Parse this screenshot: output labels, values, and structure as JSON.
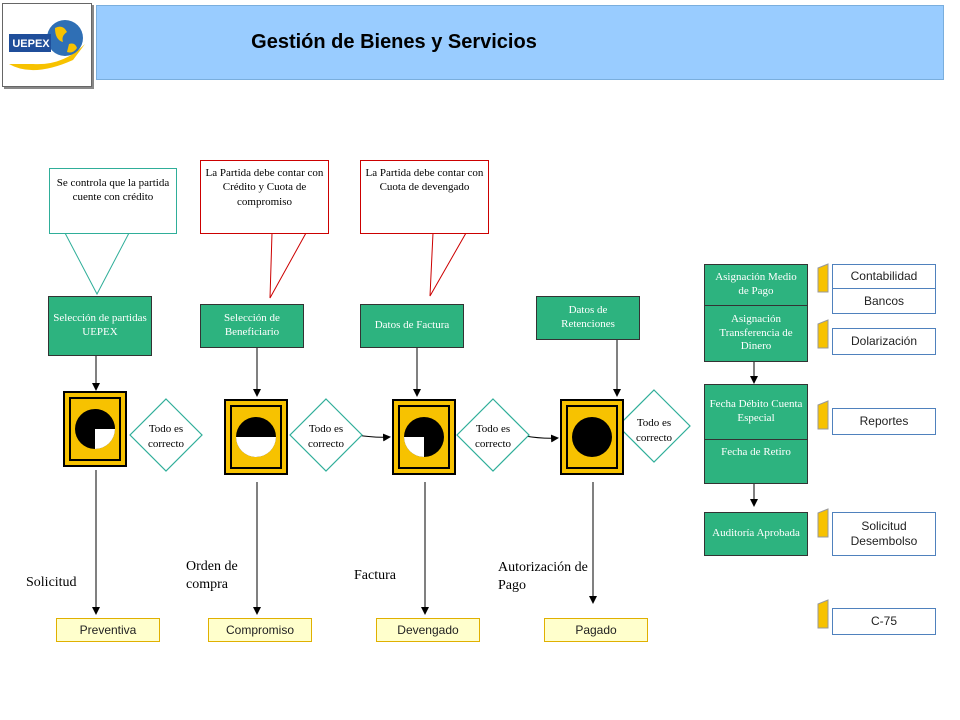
{
  "header": {
    "title": "Gestión de Bienes y Servicios",
    "logo_text": "UEPEX"
  },
  "callouts": [
    {
      "text": "Se controla que la partida cuente con crédito"
    },
    {
      "text": "La Partida debe contar con Crédito y Cuota de compromiso"
    },
    {
      "text": "La Partida debe contar con Cuota de devengado"
    }
  ],
  "steps": [
    {
      "label": "Selección de partidas UEPEX"
    },
    {
      "label": "Selección de Beneficiario"
    },
    {
      "label": "Datos de Factura"
    },
    {
      "label": "Datos de Retenciones"
    }
  ],
  "checks": [
    {
      "label": "Todo es correcto"
    },
    {
      "label": "Todo es correcto"
    },
    {
      "label": "Todo es correcto"
    },
    {
      "label": "Todo es correcto"
    }
  ],
  "stages": [
    {
      "label": "Solicitud",
      "outcome": "Preventiva"
    },
    {
      "label": "Orden de compra",
      "outcome": "Compromiso"
    },
    {
      "label": "Factura",
      "outcome": "Devengado"
    },
    {
      "label": "Autorización de Pago",
      "outcome": "Pagado"
    }
  ],
  "payment_steps": {
    "medio_pago": "Asignación Medio de Pago",
    "transferencia": "Asignación Transferencia de Dinero",
    "fecha_debito": "Fecha Débito Cuenta Especial",
    "fecha_retiro": "Fecha de Retiro",
    "auditoria": "Auditoría Aprobada"
  },
  "side_outputs": {
    "contabilidad": "Contabilidad",
    "bancos": "Bancos",
    "dolarizacion": "Dolarización",
    "reportes": "Reportes",
    "solicitud_desembolso": "Solicitud Desembolso",
    "c75": "C-75"
  },
  "colors": {
    "header_bg": "#99ccff",
    "step_green": "#2db37f",
    "outcome_bg": "#ffffcc",
    "check_diamond": "#2fae99",
    "icon_yellow": "#f7c200"
  }
}
